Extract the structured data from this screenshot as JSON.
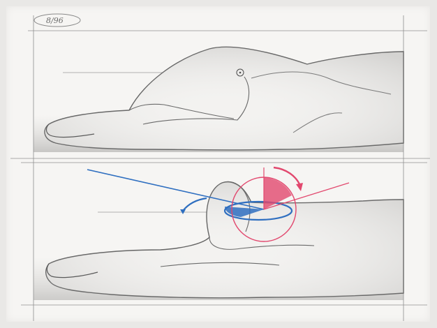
{
  "sketch": {
    "page_number": "8/96",
    "medium": "pencil-sketch",
    "panels": [
      {
        "name": "top-panel",
        "subject": "reclining-figure"
      },
      {
        "name": "bottom-panel",
        "subject": "reclining-figure-with-rotation-annotation"
      }
    ],
    "colors": {
      "paper": "#f6f5f3",
      "graphite": "#6c6c6c",
      "blue_annotation": "#2f6fc0",
      "pink_annotation": "#e2486e"
    }
  }
}
